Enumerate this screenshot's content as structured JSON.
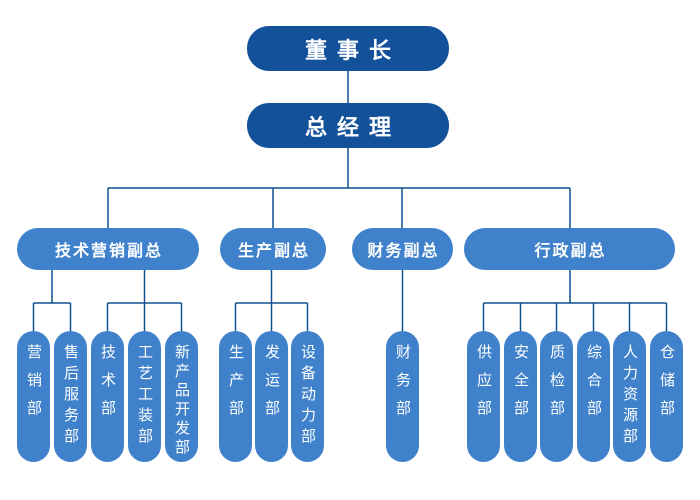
{
  "org_chart": {
    "colors": {
      "background": "#ffffff",
      "dark_node": "#14519b",
      "light_node": "#3f82cb",
      "line": "#10508f",
      "text": "#ffffff"
    },
    "root": {
      "label": "董事长"
    },
    "level2": {
      "label": "总经理"
    },
    "level3": [
      {
        "label": "技术营销副总"
      },
      {
        "label": "生产副总"
      },
      {
        "label": "财务副总"
      },
      {
        "label": "行政副总"
      }
    ],
    "level4": {
      "tech_marketing": [
        "营销部",
        "售后服务部",
        "技术部",
        "工艺工装部",
        "新产品开发部"
      ],
      "production": [
        "生产部",
        "发运部",
        "设备动力部"
      ],
      "finance": [
        "财务部"
      ],
      "admin": [
        "供应部",
        "安全部",
        "质检部",
        "综合部",
        "人力资源部",
        "仓储部"
      ]
    }
  }
}
